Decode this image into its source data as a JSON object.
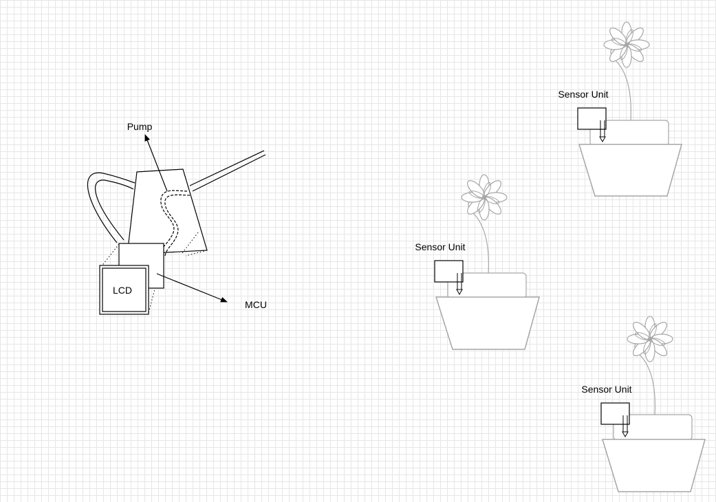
{
  "labels": {
    "pump": "Pump",
    "mcu": "MCU",
    "lcd": "LCD",
    "sensors": [
      "Sensor Unit",
      "Sensor Unit",
      "Sensor Unit"
    ]
  },
  "colors": {
    "ink": "#000000",
    "plant_outline": "#a6a6a6",
    "grid": "#e6e6e6"
  }
}
